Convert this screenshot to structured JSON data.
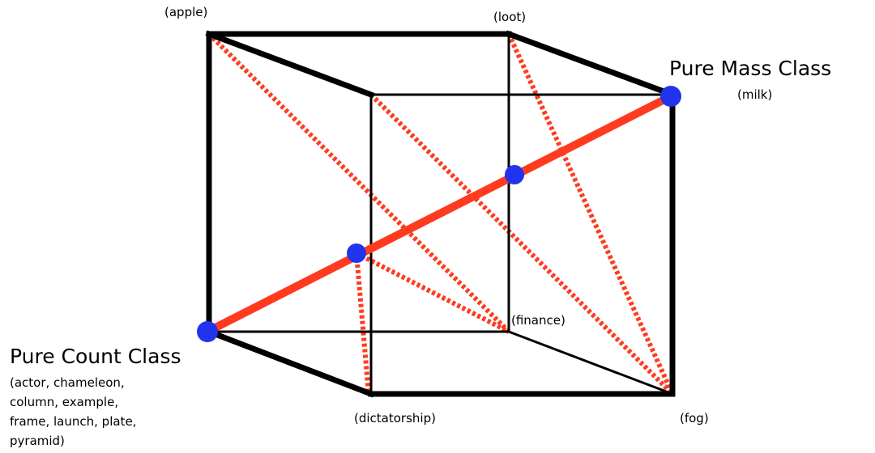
{
  "diagram": {
    "corner_labels": {
      "apple": "(apple)",
      "loot": "(loot)",
      "milk": "(milk)",
      "finance": "(finance)",
      "dictatorship": "(dictatorship)",
      "fog": "(fog)"
    },
    "pure_mass": {
      "title": "Pure Mass Class"
    },
    "pure_count": {
      "title": "Pure Count Class",
      "examples": [
        "(actor, chameleon,",
        "column, example,",
        "frame, launch, plate,",
        "pyramid)"
      ]
    },
    "colors": {
      "edge": "#000000",
      "diagonal": "#ff3b1f",
      "main_diagonal": "#ff3b1f",
      "node": "#2233ee"
    }
  }
}
